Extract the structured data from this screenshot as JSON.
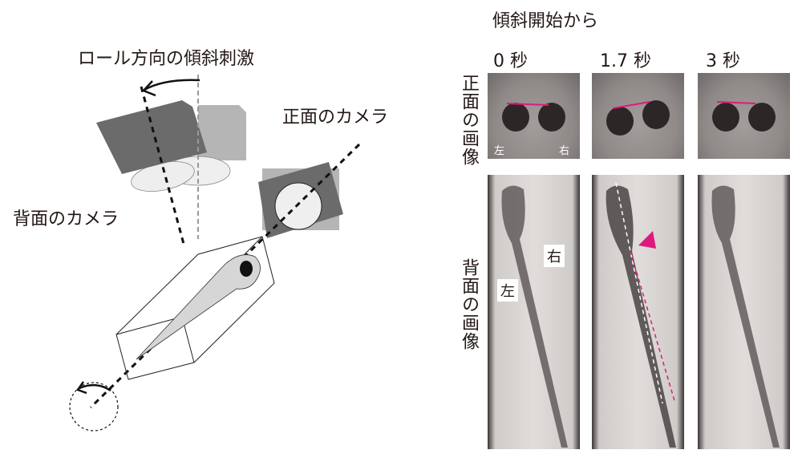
{
  "left_diagram": {
    "title": "ロール方向の傾斜刺激",
    "front_camera_label": "正面のカメラ",
    "dorsal_camera_label": "背面のカメラ"
  },
  "right_panel": {
    "header": "傾斜開始から",
    "times": [
      "0 秒",
      "1.7 秒",
      "3 秒"
    ],
    "row_labels": {
      "front": "正面の画像",
      "dorsal": "背面の画像"
    },
    "front_side_labels": {
      "left": "左",
      "right": "右"
    },
    "dorsal_side_labels": {
      "left": "左",
      "right": "右"
    }
  },
  "colors": {
    "accent": "#e0197d",
    "dark_gray": "#6b6b6b",
    "light_gray": "#b5b5b5"
  }
}
